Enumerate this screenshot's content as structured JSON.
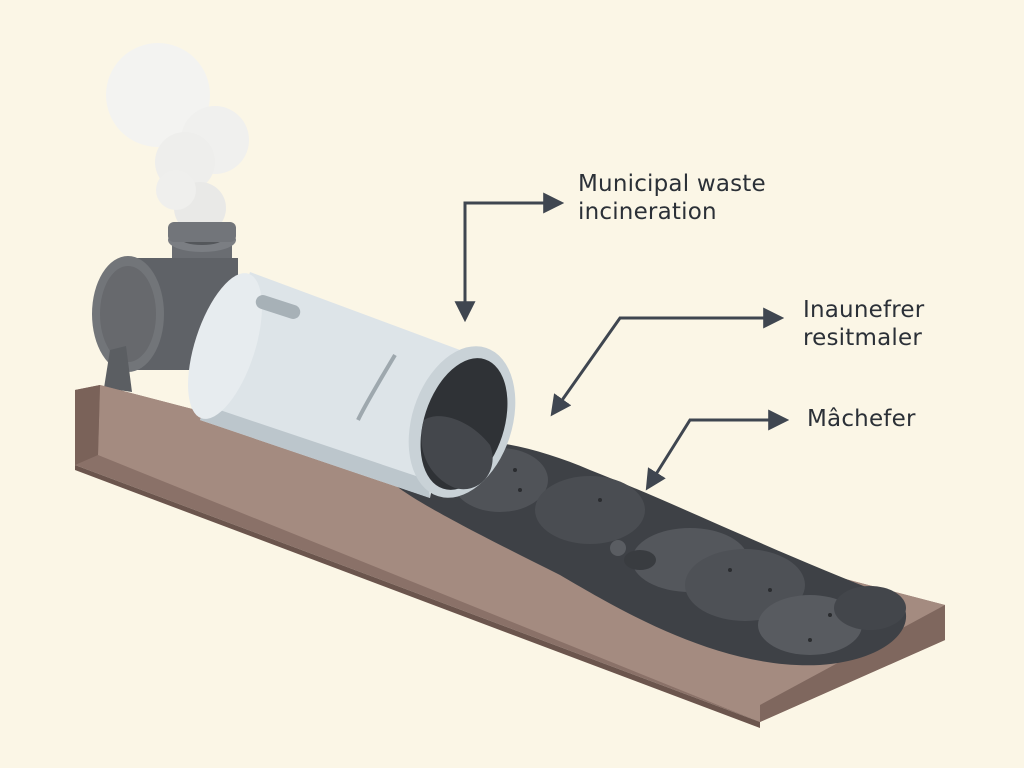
{
  "diagram": {
    "callouts": [
      {
        "id": "municipal-waste-incineration",
        "lines": [
          "Municipal waste",
          "incineration"
        ]
      },
      {
        "id": "inaunefrer-resitmaler",
        "lines": [
          "Inaunefrer",
          "resitmaler"
        ]
      },
      {
        "id": "machefer",
        "lines": [
          "Mâchefer"
        ]
      }
    ],
    "icons": [
      "smoke-icon",
      "chimney-icon",
      "incinerator-drum-icon",
      "ash-trough-icon",
      "slag-pile-icon"
    ],
    "colors": {
      "background": "#fbf6e6",
      "trough_side": "#8a7168",
      "trough_top": "#b49a8e",
      "drum": "#dfe6ea",
      "drum_shade": "#bcc6cc",
      "chimney": "#6d7075",
      "slag": "#4b4e53",
      "slag_dark": "#35383c",
      "smoke": "#f2f2f0",
      "text": "#2b3037",
      "arrow": "#3f4650"
    }
  }
}
